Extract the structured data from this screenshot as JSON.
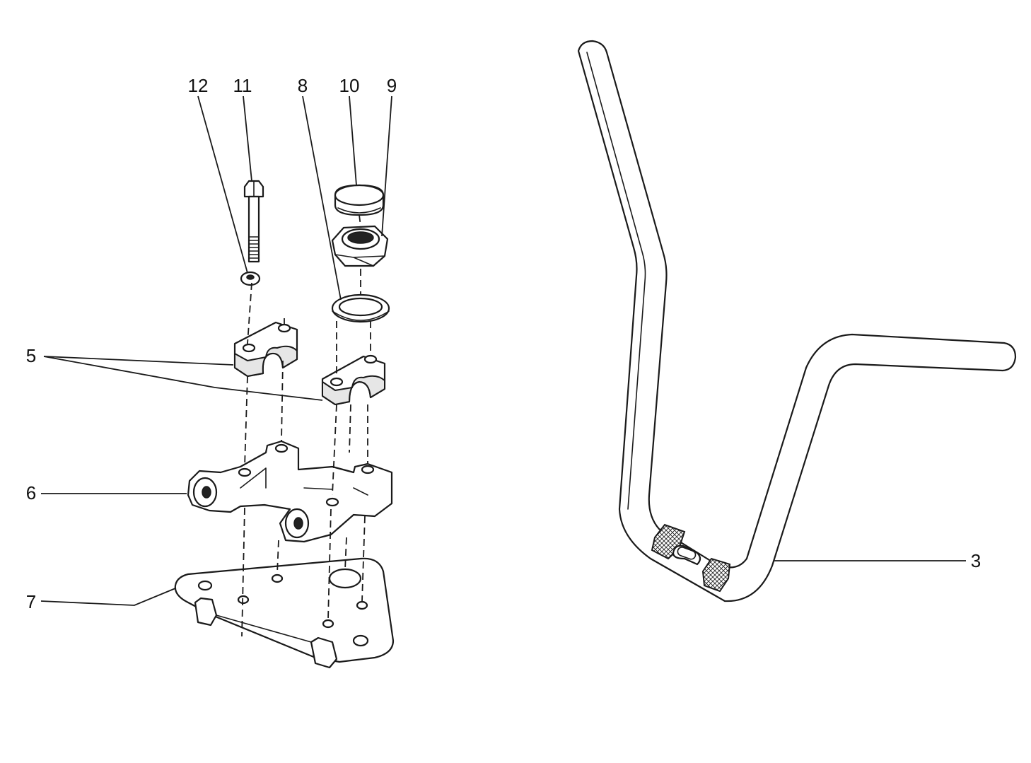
{
  "callouts": {
    "c12": "12",
    "c11": "11",
    "c8": "8",
    "c10": "10",
    "c9": "9",
    "c5": "5",
    "c6": "6",
    "c7": "7",
    "c3": "3"
  }
}
